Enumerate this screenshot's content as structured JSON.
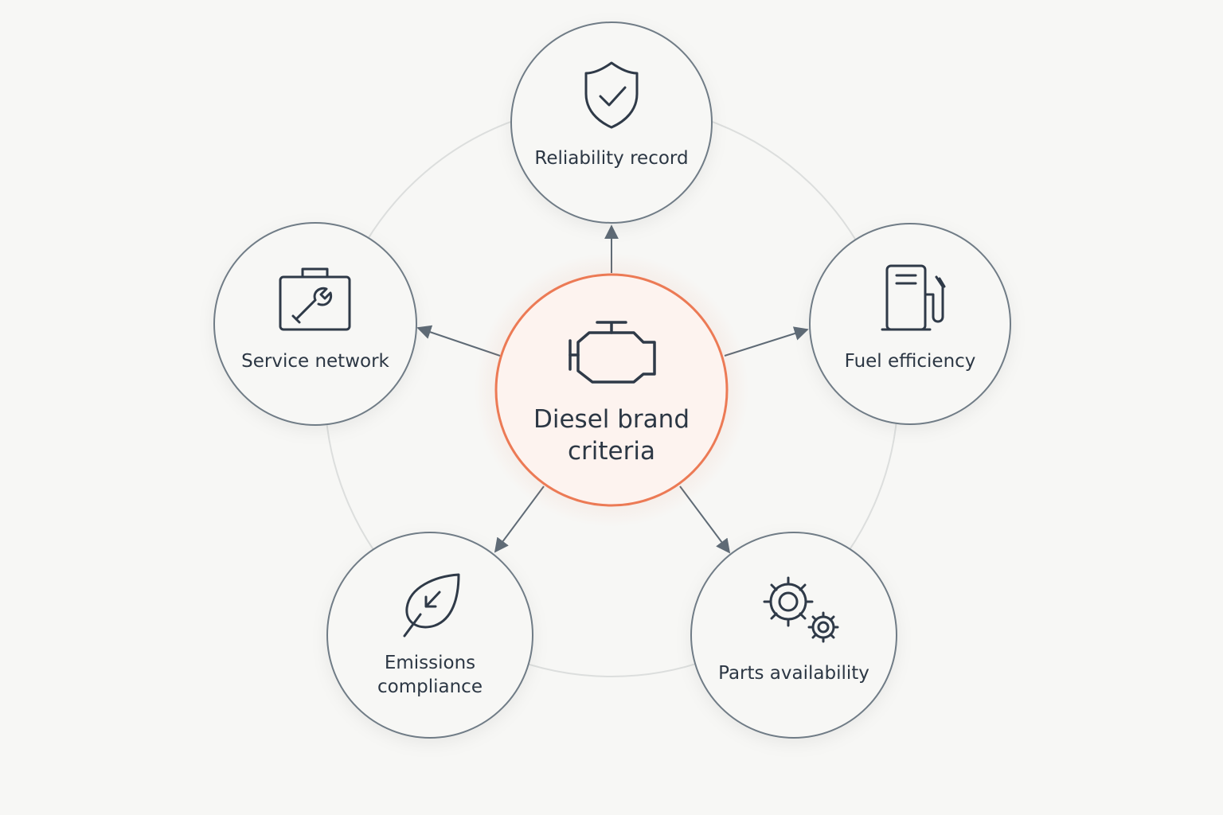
{
  "colors": {
    "background": "#f7f7f5",
    "node_stroke": "#6f7b86",
    "center_stroke": "#ec7a55",
    "center_fill": "#fdf3ef",
    "icon_stroke": "#2f3a48",
    "text": "#2c3744",
    "ring": "#dcdedd",
    "arrow": "#5f6b76"
  },
  "center": {
    "title_line1": "Diesel brand",
    "title_line2": "criteria",
    "icon": "engine-icon"
  },
  "nodes": [
    {
      "id": "reliability",
      "label_line1": "Reliability record",
      "label_line2": "",
      "icon": "shield-check-icon"
    },
    {
      "id": "fuel",
      "label_line1": "Fuel efficiency",
      "label_line2": "",
      "icon": "fuel-pump-icon"
    },
    {
      "id": "parts",
      "label_line1": "Parts availability",
      "label_line2": "",
      "icon": "gears-icon"
    },
    {
      "id": "emissions",
      "label_line1": "Emissions",
      "label_line2": "compliance",
      "icon": "leaf-icon"
    },
    {
      "id": "service",
      "label_line1": "Service network",
      "label_line2": "",
      "icon": "toolbox-wrench-icon"
    }
  ]
}
